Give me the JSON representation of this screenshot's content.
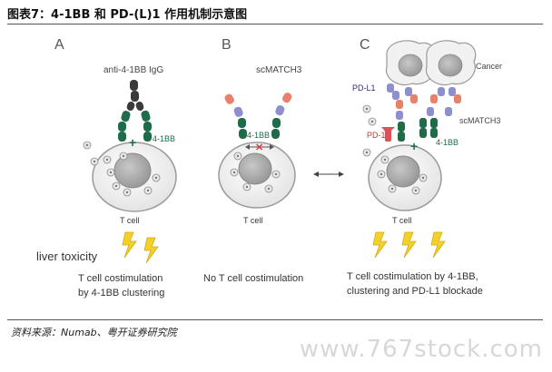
{
  "figure_title": "图表7：4-1BB 和 PD-(L)1 作用机制示意图",
  "source": "资料来源：Numab、粤开证券研究院",
  "watermark": "www.767stock.com",
  "panels": {
    "A": {
      "letter": "A",
      "antibody_label": "anti-4-1BB IgG",
      "receptor_label": "4-1BB",
      "cell_label": "T cell",
      "toxicity_label": "liver toxicity",
      "caption_line1": "T cell costimulation",
      "caption_line2": "by 4-1BB clustering"
    },
    "B": {
      "letter": "B",
      "antibody_label": "scMATCH3",
      "receptor_label": "4-1BB",
      "cell_label": "T cell",
      "caption_line1": "No T cell costimulation"
    },
    "C": {
      "letter": "C",
      "cancer_label": "Cancer",
      "pdl1_label": "PD-L1",
      "antibody_label": "scMATCH3",
      "pd1_label": "PD-1",
      "receptor_label": "4-1BB",
      "cell_label": "T cell",
      "caption_line1": "T cell costimulation by 4-1BB,",
      "caption_line2": "clustering and PD-L1 blockade"
    }
  },
  "colors": {
    "green": "#1f6b4a",
    "dark_gray": "#3a3a3a",
    "purple": "#8f8fd0",
    "salmon": "#e8806a",
    "lightning": "#f3d12a",
    "red_x": "#d94040",
    "pd1_red": "#d9535a"
  }
}
